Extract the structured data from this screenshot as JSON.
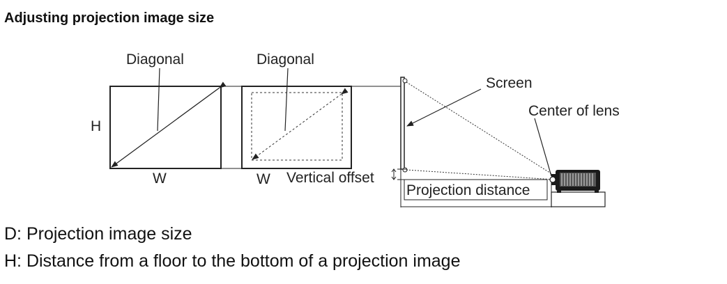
{
  "page": {
    "title": "Adjusting projection image size"
  },
  "diagram": {
    "labels": {
      "diagonal_left": "Diagonal",
      "diagonal_right": "Diagonal",
      "height": "H",
      "width_left": "W",
      "width_right": "W",
      "vertical_offset": "Vertical offset",
      "screen": "Screen",
      "center_of_lens": "Center of lens",
      "projection_distance": "Projection distance"
    }
  },
  "legend": {
    "d": "D: Projection image size",
    "h": "H: Distance from a floor to the bottom of a projection image"
  }
}
